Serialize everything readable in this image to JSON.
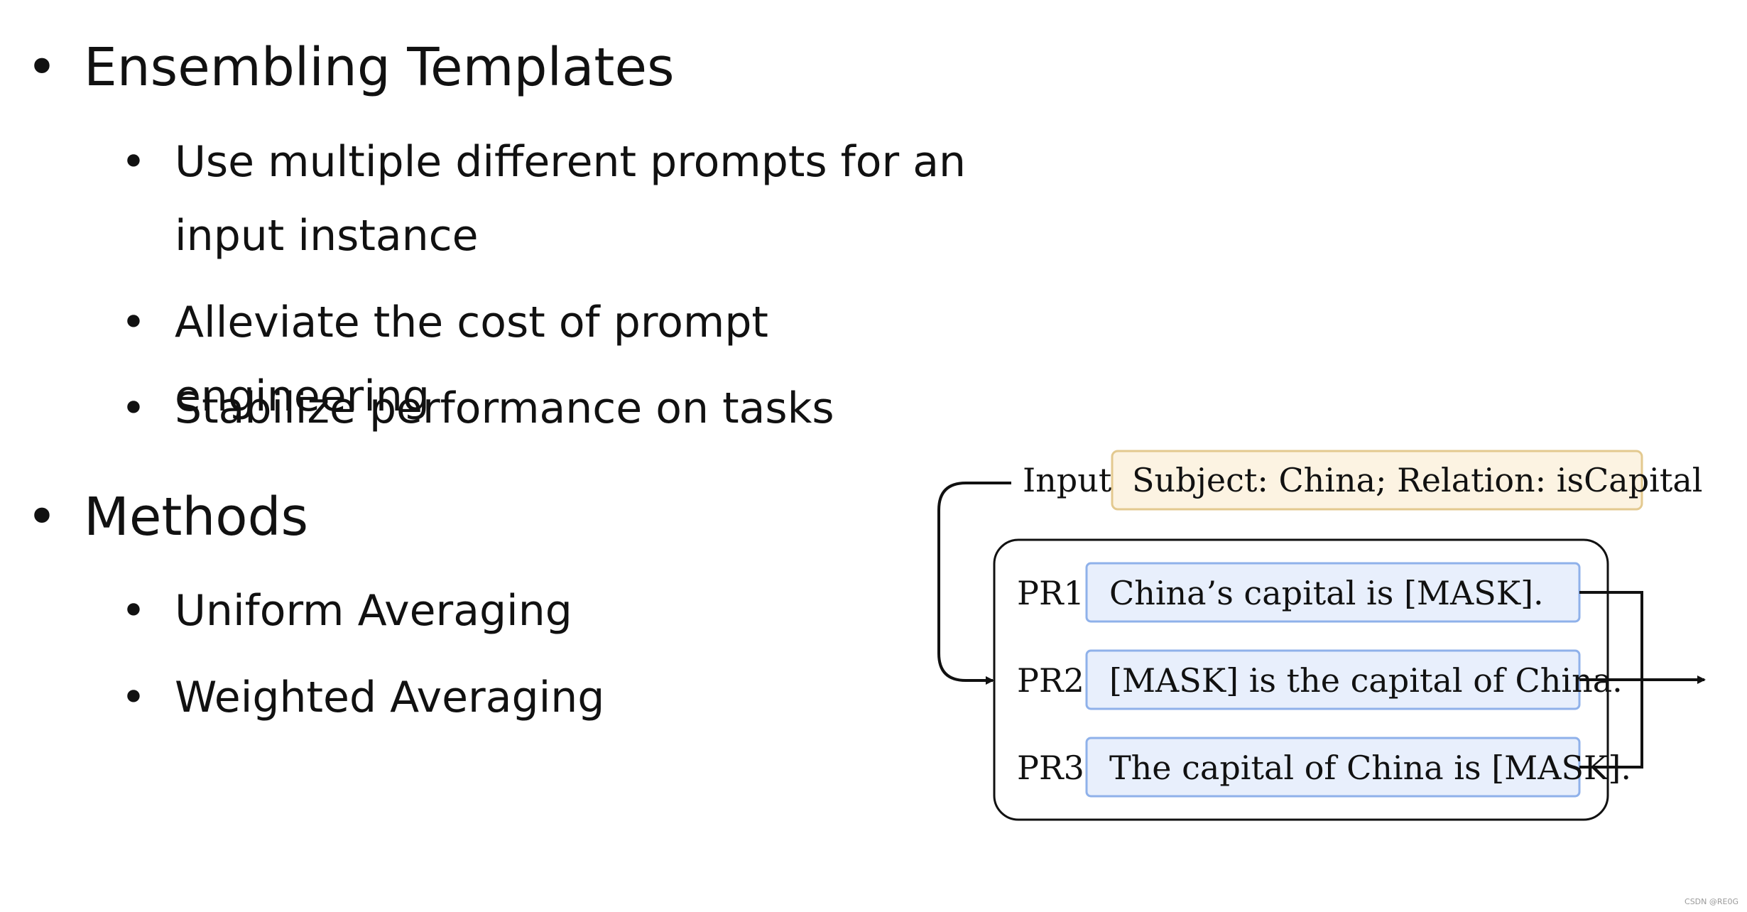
{
  "slide": {
    "section1": {
      "title": "Ensembling Templates",
      "items": [
        "Use multiple different prompts for an input instance",
        "Alleviate the cost of prompt engineering",
        "Stabilize performance on tasks"
      ]
    },
    "section2": {
      "title": "Methods",
      "items": [
        "Uniform Averaging",
        "Weighted Averaging"
      ]
    }
  },
  "diagram": {
    "input_label": "Input",
    "input_text": "Subject: China; Relation: isCapital",
    "prompts": [
      {
        "label": "PR1",
        "text": "China’s capital is [MASK]."
      },
      {
        "label": "PR2",
        "text": "[MASK]  is the capital of China."
      },
      {
        "label": "PR3",
        "text": "The capital of China is [MASK]."
      }
    ],
    "colors": {
      "input_box_fill": "#fcf3e2",
      "input_box_stroke": "#e3c98f",
      "prompt_box_fill": "#e8effc",
      "prompt_box_stroke": "#8fb1ea",
      "line": "#111111"
    }
  },
  "footer": {
    "watermark": "CSDN @RE0G"
  }
}
